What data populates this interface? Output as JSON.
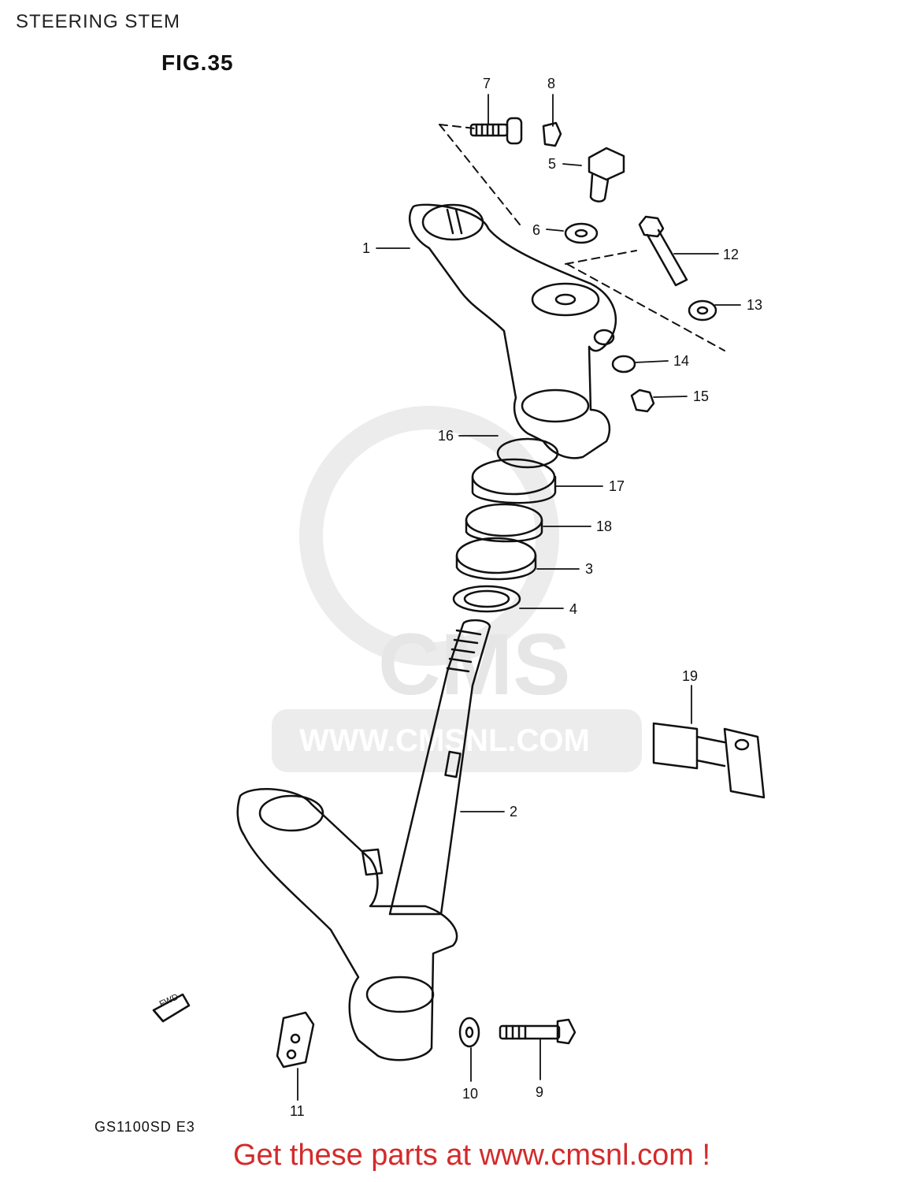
{
  "header": {
    "title": "STEERING STEM",
    "figure": "FIG.35"
  },
  "footer": {
    "model": "GS1100SD E3",
    "cta": "Get these parts at www.cmsnl.com !"
  },
  "watermark": {
    "brand": "CMS",
    "url": "WWW.CMSNL.COM"
  },
  "direction_marker": "FWD",
  "colors": {
    "line": "#111111",
    "cta": "#d42a2a",
    "watermark": "#e6e6e6"
  },
  "callouts": [
    "1",
    "2",
    "3",
    "4",
    "5",
    "6",
    "7",
    "8",
    "9",
    "10",
    "11",
    "12",
    "13",
    "14",
    "15",
    "16",
    "17",
    "18",
    "19"
  ]
}
